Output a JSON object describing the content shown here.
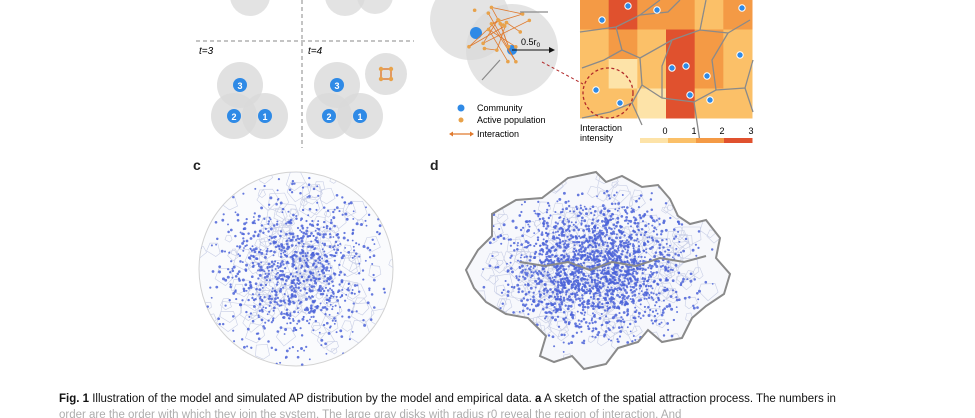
{
  "panel_a": {
    "step3_label": "t=3",
    "step4_label": "t=4",
    "community_numbers": [
      "1",
      "2",
      "3"
    ]
  },
  "panel_b": {
    "radius_label": "0.5r",
    "radius_subscript": "0",
    "legend": [
      {
        "label": "Community",
        "color": "#2f8ae6"
      },
      {
        "label": "Active population",
        "color": "#e8a24a"
      },
      {
        "label": "Interaction",
        "color": "#e07a2e"
      }
    ],
    "intensity_title_line1": "Interaction",
    "intensity_title_line2": "intensity",
    "intensity_ticks": [
      "0",
      "1",
      "2",
      "3"
    ],
    "intensity_colors": [
      "#fde3a8",
      "#fbc068",
      "#f49a45",
      "#e0512e"
    ]
  },
  "panel_c": {
    "label": "c"
  },
  "panel_d": {
    "label": "d"
  },
  "caption": {
    "fig_label": "Fig. 1",
    "text": " Illustration of the model and simulated AP distribution by the model and empirical data. ",
    "bold_a": "a",
    "text_after_a": " A sketch of the spatial attraction process. The numbers in",
    "line2": "order are the order with which they join the system. The large gray disks with radius r0 reveal the region of interaction. And"
  },
  "colors": {
    "community_blue": "#2f8ae6",
    "point_blue": "#4b63d8",
    "disk_gray": "#d9d9d9",
    "voronoi_gray": "#8a8a8a",
    "dashed_red": "#b22a2a"
  }
}
